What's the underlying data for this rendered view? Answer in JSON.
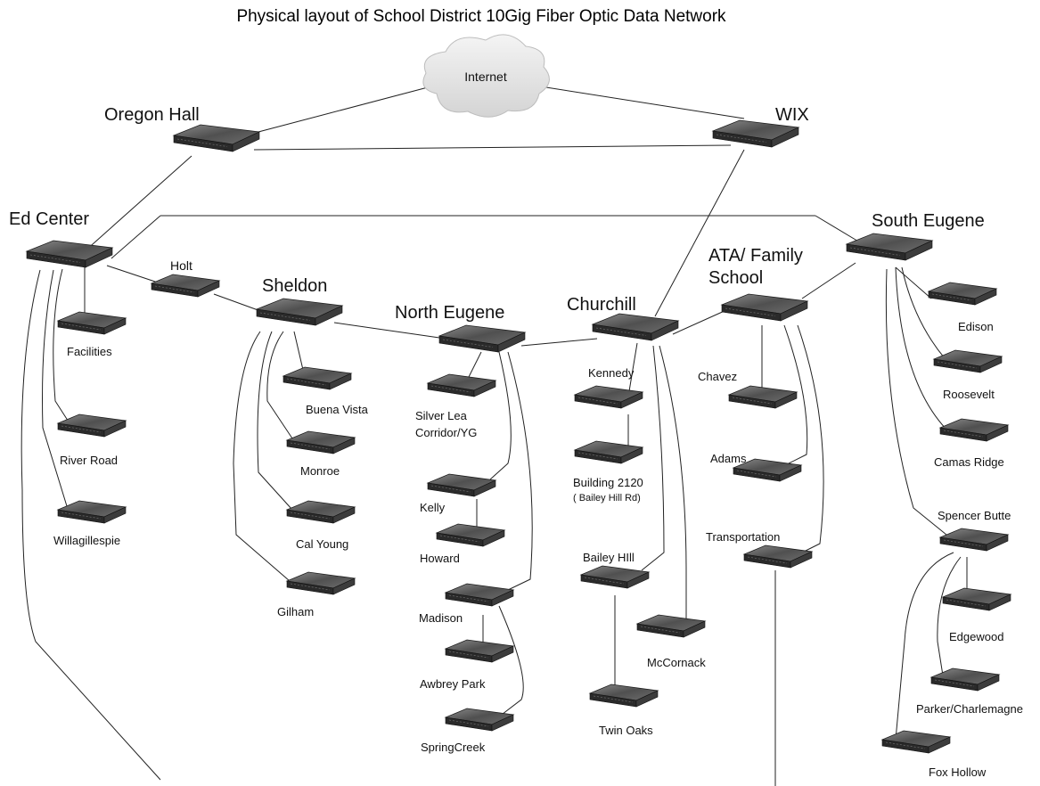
{
  "title": "Physical layout of School District 10Gig Fiber Optic Data Network",
  "cloud_label": "Internet",
  "nodes": {
    "oregon_hall": "Oregon Hall",
    "wix": "WIX",
    "ed_center": "Ed Center",
    "south_eugene": "South Eugene",
    "ata_line1": "ATA/ Family",
    "ata_line2": "School",
    "holt": "Holt",
    "sheldon": "Sheldon",
    "north_eugene": "North Eugene",
    "churchill": "Churchill",
    "facilities": "Facilities",
    "river_road": "River Road",
    "willagillespie": "Willagillespie",
    "buena_vista": "Buena Vista",
    "monroe": "Monroe",
    "cal_young": "Cal Young",
    "gilham": "Gilham",
    "silver_lea_line1": "Silver Lea",
    "silver_lea_line2": "Corridor/YG",
    "kelly": "Kelly",
    "howard": "Howard",
    "madison": "Madison",
    "awbrey_park": "Awbrey Park",
    "springcreek": "SpringCreek",
    "kennedy": "Kennedy",
    "building_line1": "Building 2120",
    "building_line2": "( Bailey Hill Rd)",
    "bailey_hill": "Bailey HIll",
    "mccornack": "McCornack",
    "twin_oaks": "Twin Oaks",
    "chavez": "Chavez",
    "adams": "Adams",
    "transportation": "Transportation",
    "edison": "Edison",
    "roosevelt": "Roosevelt",
    "camas_ridge": "Camas Ridge",
    "spencer_butte": "Spencer Butte",
    "edgewood": "Edgewood",
    "parker": "Parker/Charlemagne",
    "fox_hollow": "Fox Hollow"
  },
  "colors": {
    "device_top": "#5a5a5a",
    "device_front": "#2b2b2b",
    "line": "#222222",
    "cloud": "#e6e6e6"
  }
}
